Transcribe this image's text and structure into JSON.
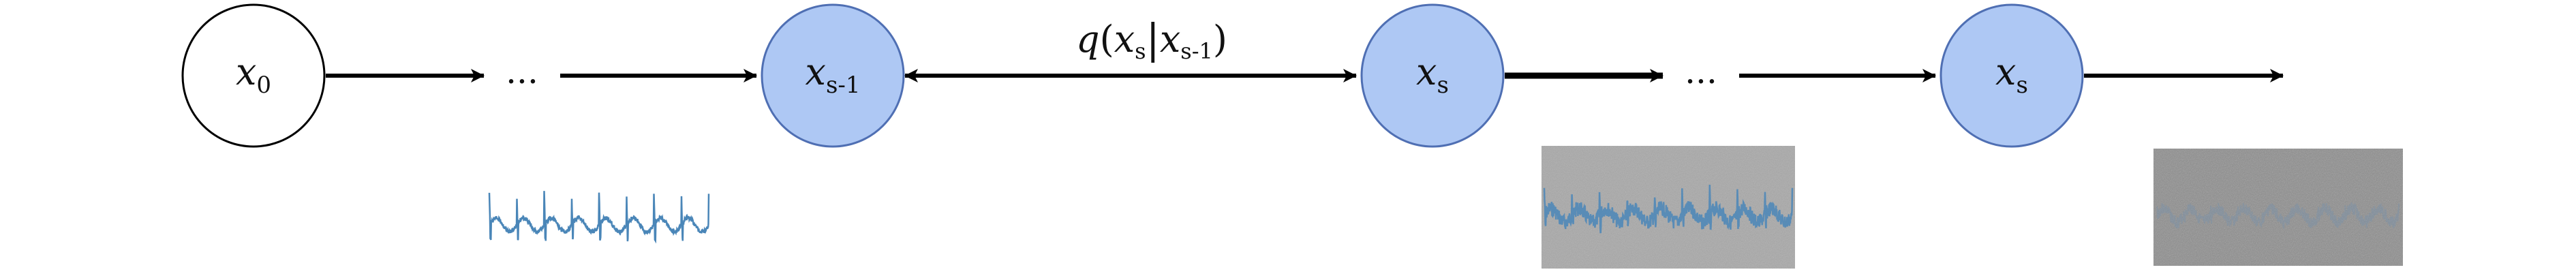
{
  "nodes": [
    {
      "id": "x0",
      "var": "x",
      "sub": "0",
      "filled": false
    },
    {
      "id": "xs_minus_1",
      "var": "x",
      "sub": "s-1",
      "filled": true
    },
    {
      "id": "xs",
      "var": "x",
      "sub": "s",
      "filled": true
    },
    {
      "id": "xs_right",
      "var": "x",
      "sub": "s",
      "filled": true
    }
  ],
  "ellipses": [
    "...",
    "..."
  ],
  "edge_label": {
    "func": "q",
    "open": "(",
    "var1": "x",
    "sub1": "s",
    "bar": "|",
    "var2": "x",
    "sub2": "s-1",
    "close": ")"
  },
  "thumbnails": [
    {
      "id": "clean-signal",
      "description_icon": "waveform-clean-icon"
    },
    {
      "id": "noisy-signal",
      "description_icon": "waveform-noisy-icon"
    },
    {
      "id": "pure-noise",
      "description_icon": "noise-icon"
    }
  ],
  "colors": {
    "node_fill": "#aec8f4",
    "node_stroke": "#4f6fb3",
    "empty_node_fill": "#ffffff",
    "empty_node_stroke": "#000000",
    "arrow": "#000000",
    "waveform": "#4a86b8",
    "noisy_bg": "#a8a8a8",
    "noise_bg": "#8c8c8c"
  }
}
